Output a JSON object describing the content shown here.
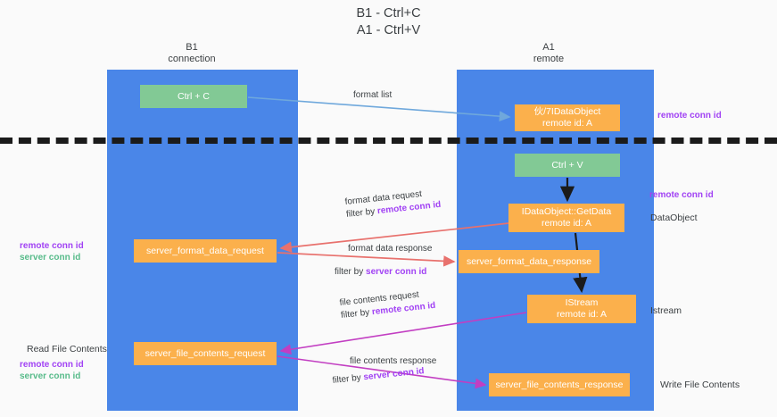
{
  "title": "B1 - Ctrl+C\nA1 - Ctrl+V",
  "columns": [
    {
      "label": "B1\nconnection",
      "lane_color": "#4a86e8"
    },
    {
      "label": "A1\nremote",
      "lane_color": "#4a86e8"
    }
  ],
  "colors": {
    "lane": "#4a86e8",
    "green_box": "#82c995",
    "orange_box": "#fbb04c",
    "purple_text": "#a142f4",
    "green_text": "#57bb8a",
    "divider": "#1b1b1b",
    "arrow_blue": "#6fa8dc",
    "arrow_red": "#e8716d",
    "arrow_magenta": "#c23ec2",
    "arrow_black": "#1b1b1b",
    "text": "#3c4043",
    "background": "#fafafa"
  },
  "boxes": {
    "ctrl_c": "Ctrl + C",
    "idataobject": "伙/7IDataObject\nremote id: A",
    "ctrl_v": "Ctrl + V",
    "getdata": "IDataObject::GetData\nremote id: A",
    "server_format_data_request": "server_format_data_request",
    "server_format_data_response": "server_format_data_response",
    "istream": "IStream\nremote id: A",
    "server_file_contents_request": "server_file_contents_request",
    "server_file_contents_response": "server_file_contents_response"
  },
  "side_labels": {
    "dataobject": "DataObject",
    "istream": "Istream",
    "write_file_contents": "Write File Contents",
    "read_file_contents": "Read File Contents"
  },
  "conn_ids": {
    "remote": "remote conn id",
    "server": "server conn id",
    "remote_top": "remote conn id",
    "remote_mid": "remote conn id"
  },
  "edges": {
    "format_list": "format list",
    "format_data_request": "format data request",
    "format_data_request_filter_prefix": "filter by ",
    "format_data_request_filter_key": "remote conn id",
    "format_data_response": "format data response",
    "format_data_response_filter_prefix": "filter by ",
    "format_data_response_filter_key": "server conn id",
    "file_contents_request": "file contents request",
    "file_contents_request_filter_prefix": "filter by ",
    "file_contents_request_filter_key": "remote conn id",
    "file_contents_response": "file contents response",
    "file_contents_response_filter_prefix": "filter by ",
    "file_contents_response_filter_key": "server conn id"
  }
}
